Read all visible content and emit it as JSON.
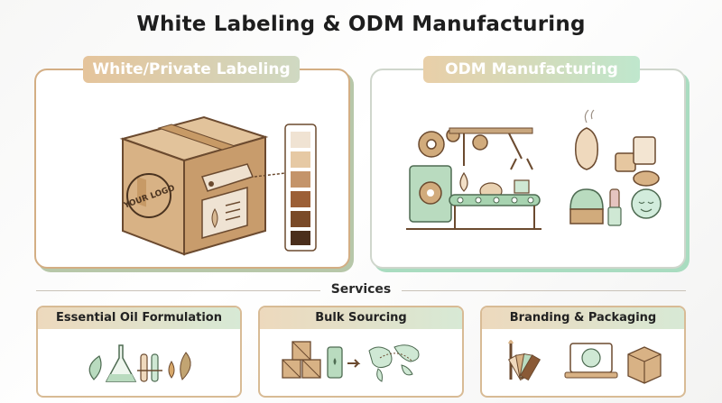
{
  "title": "White Labeling & ODM Manufacturing",
  "panels": {
    "left": {
      "label": "White/Private Labeling",
      "logo_text": "YOUR LOGO"
    },
    "right": {
      "label": "ODM Manufacturing"
    }
  },
  "services_label": "Services",
  "services": [
    {
      "label": "Essential Oil Formulation",
      "icon": "lab-flask-icon"
    },
    {
      "label": "Bulk Sourcing",
      "icon": "crates-map-icon"
    },
    {
      "label": "Branding & Packaging",
      "icon": "branding-icon"
    }
  ],
  "colors": {
    "tan": "#d6b38a",
    "green": "#a9dcc0",
    "brown": "#8a5a36"
  }
}
